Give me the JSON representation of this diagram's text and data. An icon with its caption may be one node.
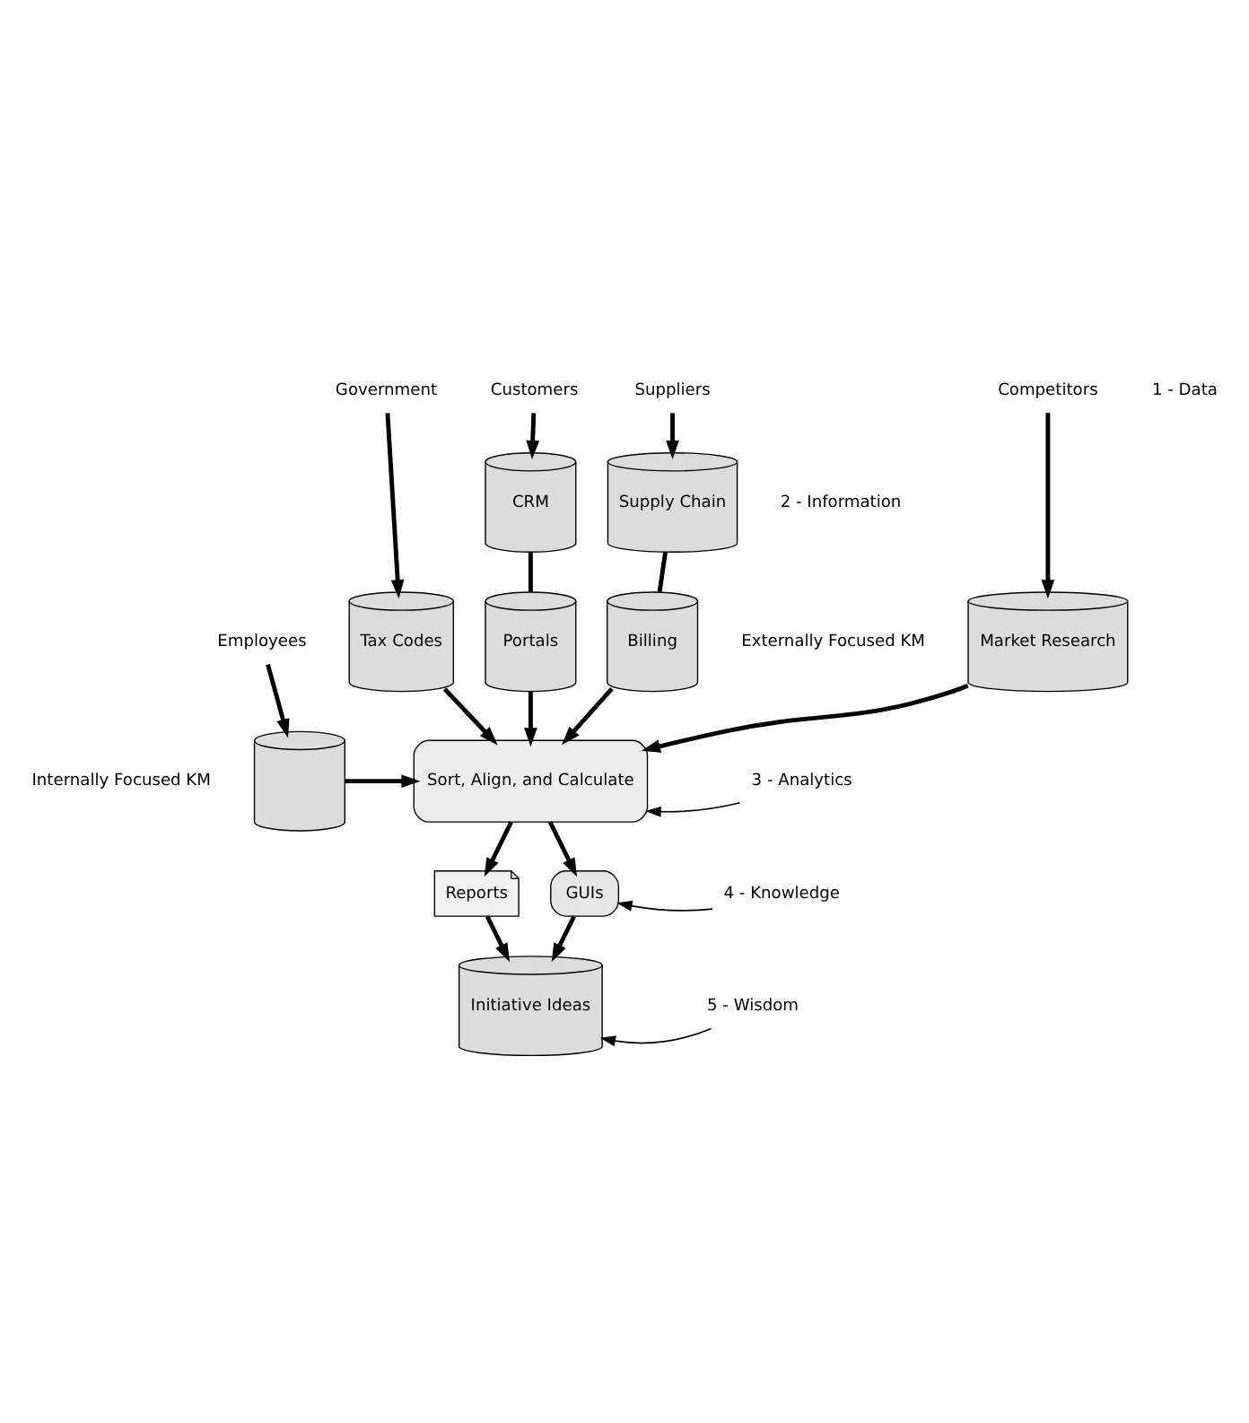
{
  "diagram": {
    "nodes": [
      {
        "text": [
          "Government"
        ]
      },
      {
        "text": [
          "Customers"
        ]
      },
      {
        "text": [
          "Suppliers"
        ]
      },
      {
        "text": [
          "Competitors"
        ]
      },
      {
        "text": [
          "CRM"
        ]
      },
      {
        "text": [
          "Supply Chain"
        ]
      },
      {
        "text": [
          "Tax Codes"
        ]
      },
      {
        "text": [
          "Portals"
        ]
      },
      {
        "text": [
          "Billing"
        ]
      },
      {
        "text": [
          "Market Research"
        ]
      },
      {
        "text": [],
        "shape": "cylinder"
      },
      {
        "text": [
          "Employees"
        ]
      },
      {
        "text": [
          "Sort, Align, and Calculate"
        ]
      },
      {
        "text": [
          "Reports"
        ]
      },
      {
        "text": [
          "GUIs"
        ]
      },
      {
        "text": [
          "Initiative Ideas"
        ]
      },
      {
        "text": [
          "3 - Analytics"
        ]
      },
      {
        "text": [
          "4 - Knowledge"
        ]
      },
      {
        "text": [
          "5 - Wisdom"
        ]
      }
    ],
    "edges": [
      {
        "from": 0,
        "to": 6,
        "arrow": "to"
      },
      {
        "from": 1,
        "to": 4,
        "arrow": "to"
      },
      {
        "from": 2,
        "to": 5,
        "arrow": "to"
      },
      {
        "from": 3,
        "to": 9,
        "arrow": "to"
      },
      {
        "from": 4,
        "to": 7,
        "arrow": "none"
      },
      {
        "from": 5,
        "to": 8,
        "arrow": "none"
      },
      {
        "from": 6,
        "to": 12,
        "arrow": "to"
      },
      {
        "from": 7,
        "to": 12,
        "arrow": "to"
      },
      {
        "from": 8,
        "to": 12,
        "arrow": "to"
      },
      {
        "from": 9,
        "to": 12,
        "arrow": "to"
      },
      {
        "from": 10,
        "to": 12,
        "arrow": "to"
      },
      {
        "from": 11,
        "to": 10,
        "arrow": "to"
      },
      {
        "from": 12,
        "to": 13,
        "arrow": "to"
      },
      {
        "from": 12,
        "to": 14,
        "arrow": "to"
      },
      {
        "from": 13,
        "to": 15,
        "arrow": "to"
      },
      {
        "from": 14,
        "to": 15,
        "arrow": "to"
      },
      {
        "from": 16,
        "to": 12,
        "arrow": "to"
      },
      {
        "from": 17,
        "to": 14,
        "arrow": "to"
      },
      {
        "from": 18,
        "to": 15,
        "arrow": "to"
      }
    ],
    "labels": [
      "1 - Data",
      "2 - Information",
      "Externally Focused KM",
      "Internally Focused KM"
    ]
  }
}
